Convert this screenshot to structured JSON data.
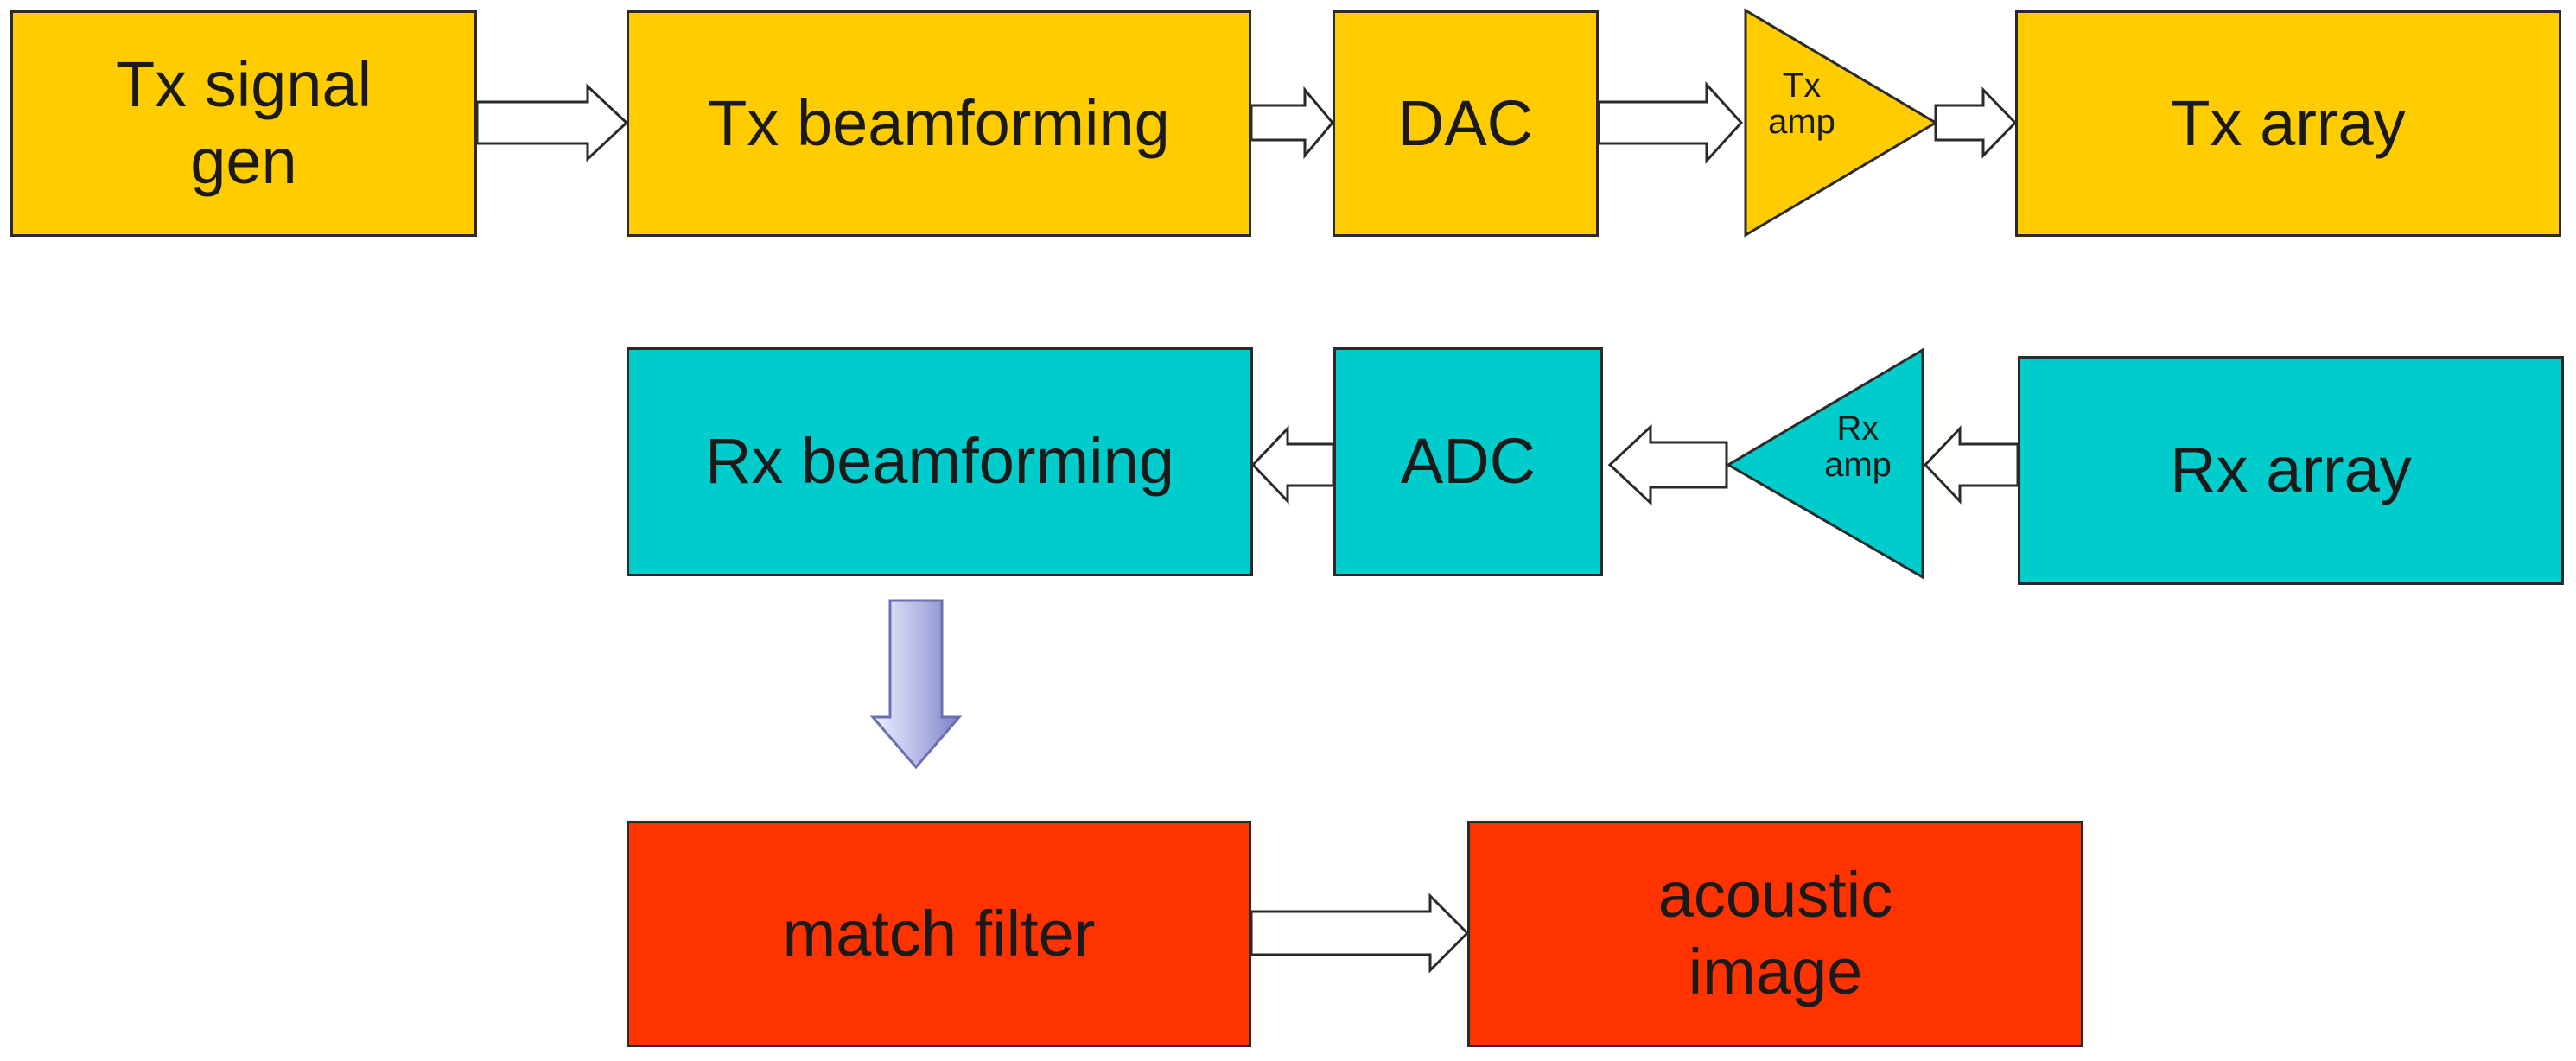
{
  "diagram": {
    "tx_chain": {
      "signal_gen": {
        "line1": "Tx signal",
        "line2": "gen"
      },
      "beamforming": "Tx beamforming",
      "dac": "DAC",
      "amp": {
        "line1": "Tx",
        "line2": "amp"
      },
      "array": "Tx array"
    },
    "rx_chain": {
      "beamforming": "Rx beamforming",
      "adc": "ADC",
      "amp": {
        "line1": "Rx",
        "line2": "amp"
      },
      "array": "Rx array"
    },
    "output": {
      "match_filter": "match filter",
      "acoustic_image": {
        "line1": "acoustic",
        "line2": "image"
      }
    },
    "colors": {
      "tx": "#ffcc00",
      "rx": "#00cccc",
      "output": "#ff3300",
      "down_arrow": "#b8bde6"
    }
  }
}
